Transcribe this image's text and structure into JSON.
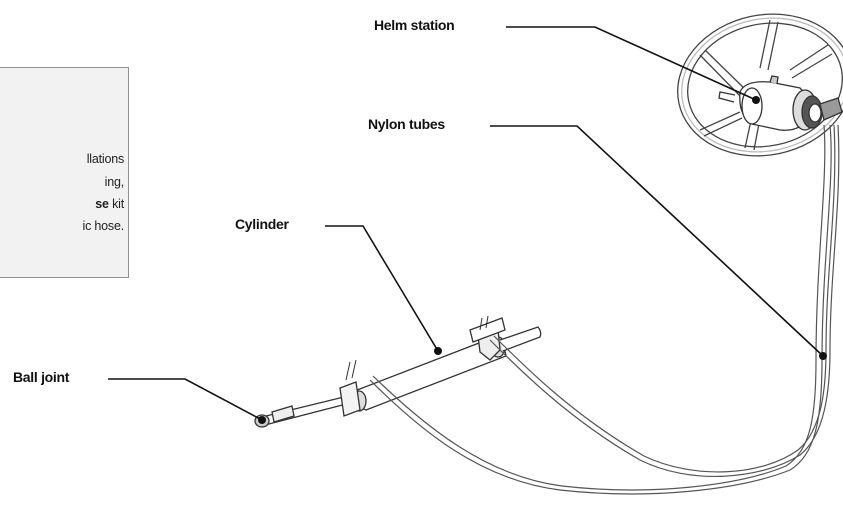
{
  "labels": {
    "helm_station": "Helm station",
    "nylon_tubes": "Nylon tubes",
    "cylinder": "Cylinder",
    "ball_joint": "Ball joint"
  },
  "note": {
    "line1": "llations",
    "line2": "ing,",
    "line3_bold": "se",
    "line3_rest": " kit",
    "line4": "ic hose."
  },
  "colors": {
    "note_background": "#f2f2f2",
    "line": "#111111"
  }
}
